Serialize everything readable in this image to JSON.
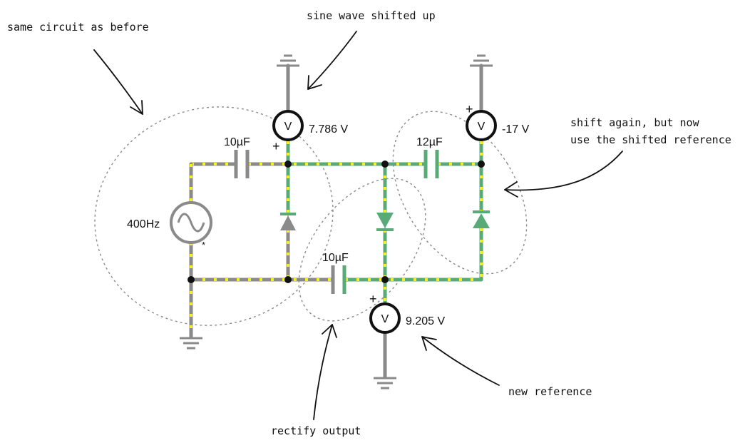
{
  "components": {
    "source": {
      "label": "400Hz",
      "marker": "*"
    },
    "cap_left_top": {
      "label": "10µF"
    },
    "cap_bottom_mid": {
      "label": "10µF"
    },
    "cap_right_top": {
      "label": "12µF"
    },
    "voltmeter_top_left": {
      "reading": "7.786 V",
      "symbol": "V",
      "polarity": "+"
    },
    "voltmeter_top_right": {
      "reading": "-17 V",
      "symbol": "V",
      "polarity": "+"
    },
    "voltmeter_bottom": {
      "reading": "9.205 V",
      "symbol": "V",
      "polarity": "+"
    }
  },
  "annotations": {
    "same_circuit": "same circuit as before",
    "sine_shifted": "sine wave shifted up",
    "shift_again_line1": "shift again, but now",
    "shift_again_line2": "use the shifted reference",
    "new_reference": "new reference",
    "rectify_output": "rectify output"
  },
  "colors": {
    "wire_idle": "#8a8a8a",
    "wire_active": "#5aaa78",
    "current_dots": "#f4ee22",
    "node": "#111111"
  }
}
